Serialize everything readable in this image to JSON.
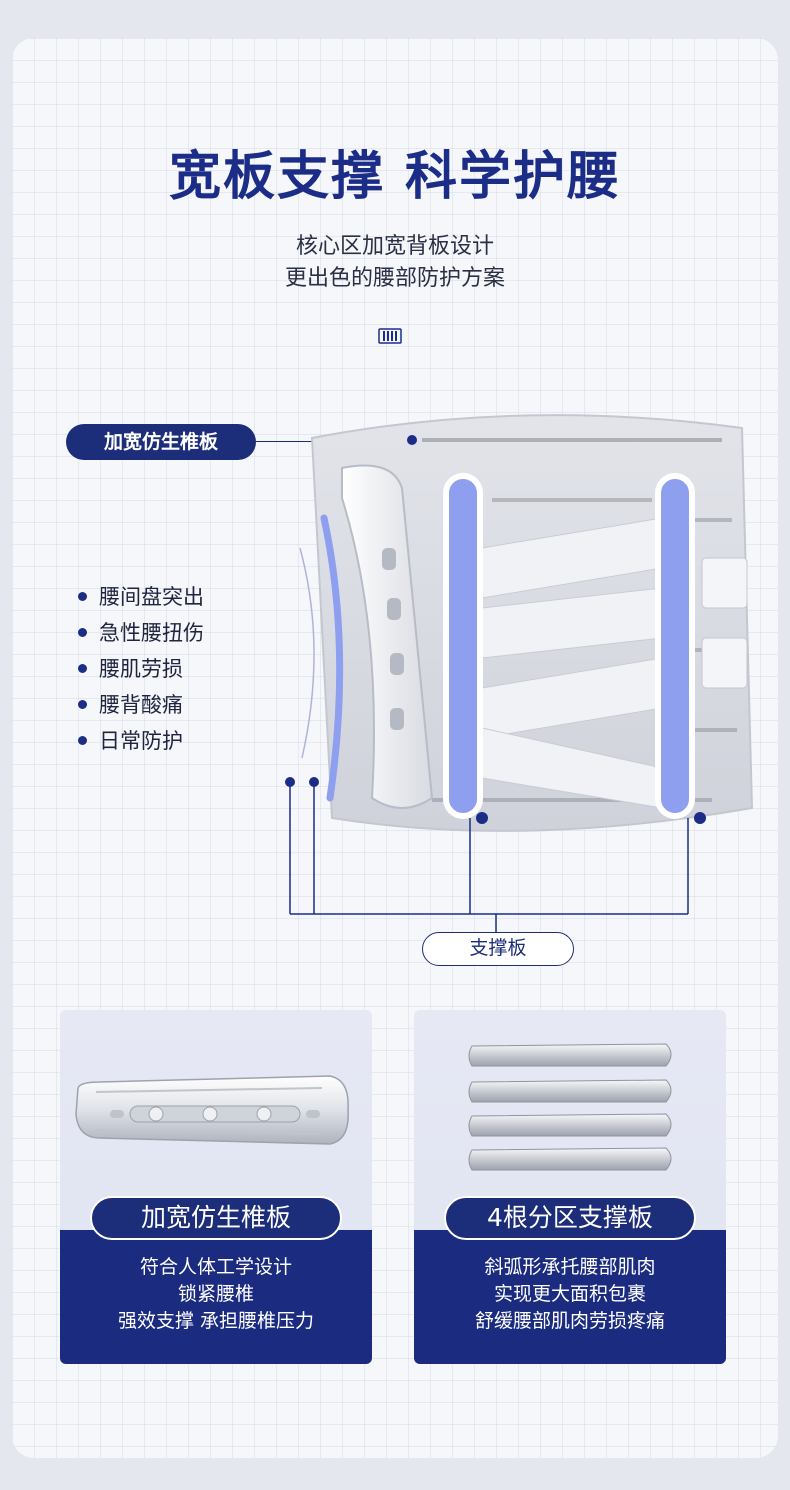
{
  "headline": "宽板支撑 科学护腰",
  "subtitle": [
    "核心区加宽背板设计",
    "更出色的腰部防护方案"
  ],
  "callout_top": "加宽仿生椎板",
  "symptoms": [
    "腰间盘突出",
    "急性腰扭伤",
    "腰肌劳损",
    "腰背酸痛",
    "日常防护"
  ],
  "callout_bottom": "支撑板",
  "panels": [
    {
      "title": "加宽仿生椎板",
      "lines": [
        "符合人体工学设计",
        "锁紧腰椎",
        "强效支撑 承担腰椎压力"
      ]
    },
    {
      "title": "4根分区支撑板",
      "lines": [
        "斜弧形承托腰部肌肉",
        "实现更大面积包裹",
        "舒缓腰部肌肉劳损疼痛"
      ]
    }
  ],
  "colors": {
    "brand": "#1c2d88",
    "panel_band": "#1a2b80",
    "stay_blue": "#8e9ff0"
  }
}
